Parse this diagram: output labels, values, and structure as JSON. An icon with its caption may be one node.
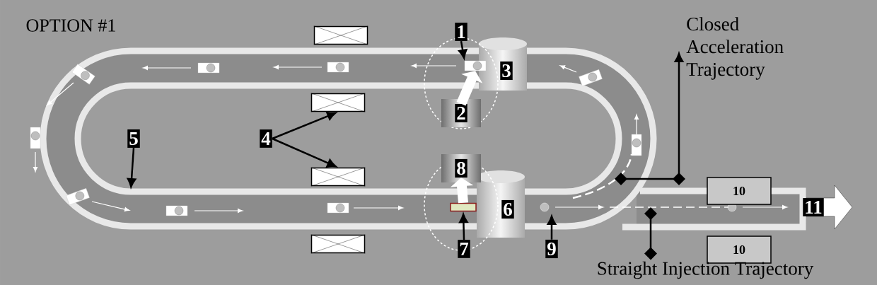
{
  "diagram": {
    "title": "OPTION #1",
    "nodes": [
      {
        "text": [],
        "shape": "box"
      },
      {
        "text": [
          "1"
        ]
      },
      {
        "text": [
          "Closed Acceleration Trajectory"
        ]
      },
      {
        "text": [
          "3"
        ]
      },
      {
        "text": [],
        "shape": "box"
      },
      {
        "text": [
          "2"
        ]
      },
      {
        "text": [
          "4"
        ]
      },
      {
        "text": [
          "5"
        ]
      },
      {
        "text": [
          "8"
        ]
      },
      {
        "text": [],
        "shape": "box"
      },
      {
        "text": [
          "10"
        ]
      },
      {
        "text": [
          "6"
        ]
      },
      {
        "text": [
          "11"
        ]
      },
      {
        "text": [],
        "shape": "box"
      },
      {
        "text": [
          "7"
        ]
      },
      {
        "text": [
          "9"
        ]
      },
      {
        "text": [
          "10"
        ]
      },
      {
        "text": [
          "Straight Injection Trajectory"
        ]
      },
      {
        "text": [],
        "shape": "car"
      },
      {
        "text": [],
        "shape": "bar"
      }
    ],
    "edges": [
      {
        "from": 1,
        "to": 18,
        "arrow": "to"
      },
      {
        "from": 6,
        "to": 4,
        "arrow": "to"
      },
      {
        "from": 6,
        "to": 9,
        "arrow": "to"
      },
      {
        "from": 7,
        "to": null,
        "arrow": "to"
      },
      {
        "from": 14,
        "to": 19,
        "arrow": "to"
      },
      {
        "from": 15,
        "to": null,
        "arrow": "to"
      },
      {
        "from": null,
        "to": 2,
        "arrow": "to"
      },
      {
        "from": null,
        "to": 17,
        "arrow": "other"
      },
      {
        "from": 5,
        "to": 18,
        "arrow": "to",
        "style": "thick",
        "color": "#ffffff"
      },
      {
        "from": 19,
        "to": 8,
        "arrow": "to",
        "style": "thick",
        "color": "#ffffff"
      }
    ]
  }
}
